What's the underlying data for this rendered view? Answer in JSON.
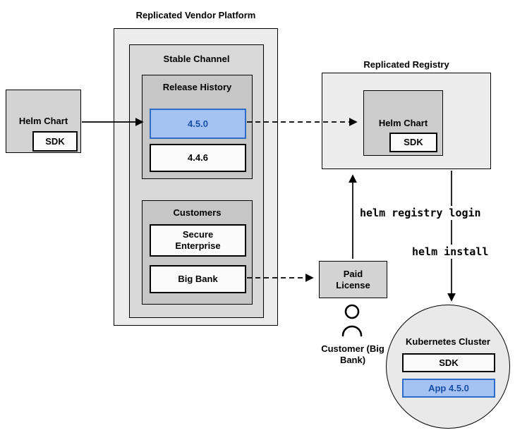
{
  "vendor_platform": {
    "title": "Replicated Vendor Platform",
    "stable_channel": {
      "title": "Stable Channel",
      "release_history": {
        "title": "Release History",
        "releases": [
          {
            "version": "4.5.0",
            "highlighted": true
          },
          {
            "version": "4.4.6",
            "highlighted": false
          }
        ]
      },
      "customers": {
        "title": "Customers",
        "items": [
          {
            "name": "Secure Enterprise"
          },
          {
            "name": "Big Bank"
          }
        ]
      }
    }
  },
  "source_chart": {
    "title": "Helm Chart",
    "sdk_label": "SDK"
  },
  "registry": {
    "title": "Replicated Registry",
    "helm_chart": {
      "title": "Helm Chart",
      "sdk_label": "SDK"
    }
  },
  "paid_license": {
    "label": "Paid License"
  },
  "customer": {
    "label": "Customer (Big Bank)",
    "icon": "person-icon"
  },
  "kubernetes_cluster": {
    "title": "Kubernetes Cluster",
    "sdk_label": "SDK",
    "app_label": "App 4.5.0"
  },
  "commands": {
    "registry_login": "helm registry login",
    "install": "helm install"
  },
  "colors": {
    "container_fill": "#ececec",
    "channel_fill": "#d8d8d8",
    "section_fill": "#c6c6c6",
    "gray_box_fill": "#d3d3d3",
    "white_box_fill": "#fbfbfb",
    "highlight_fill": "#a4c2f4",
    "highlight_border": "#2e6bc6",
    "highlight_text": "#174ea6"
  }
}
